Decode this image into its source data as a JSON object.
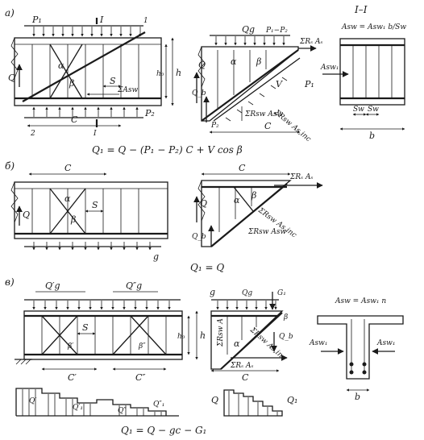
{
  "panels": {
    "a": {
      "tag": "а)",
      "beam": {
        "p1": "P₁",
        "p2": "P₂",
        "section": "I",
        "section_bottom": "I",
        "alpha": "α",
        "beta": "β",
        "s": "S",
        "asw": "ΣAsw",
        "h0": "h₀",
        "h": "h",
        "q": "Q",
        "c": "C",
        "num1": "1",
        "num2": "2"
      },
      "free": {
        "qg": "Qg",
        "p1p2": "P₁−P₂",
        "rsas": "ΣRₛ Aₛ",
        "q": "Q",
        "qb": "Q_b",
        "alpha": "α",
        "beta": "β",
        "v": "V",
        "p1": "P₁",
        "p2": "P₂",
        "rswasw": "ΣRsw Asw",
        "rsw_inc": "ΣRsw As,inc",
        "c": "C"
      },
      "section": {
        "title": "I–I",
        "eq": "Asw = Asw₁ b/Sw",
        "asw1": "Asw₁",
        "sw1": "Sw",
        "sw2": "Sw",
        "b": "b"
      },
      "formula": "Q₁ = Q − (P₁ − P₂) C + V cos β"
    },
    "b": {
      "tag": "б)",
      "beam": {
        "c": "C",
        "alpha": "α",
        "beta": "β",
        "s": "S",
        "q": "Q",
        "g": "g"
      },
      "free": {
        "c": "C",
        "rsas": "ΣRₛ Aₛ",
        "q": "Q",
        "qb": "Q_b",
        "alpha": "α",
        "beta": "β",
        "rswasw": "ΣRsw Asw",
        "rsw_inc": "ΣRsw As,inc"
      },
      "formula": "Q₁ = Q"
    },
    "v": {
      "tag": "в)",
      "beam": {
        "qg1": "Q′g",
        "qg2": "Q″g",
        "s": "S",
        "h0": "h₀",
        "h": "h",
        "beta1": "β′",
        "beta2": "β″",
        "c1": "C′",
        "c2": "C″"
      },
      "diagram": {
        "q1": "Q′",
        "q1b": "Q′₁",
        "q2": "Q″",
        "q2b": "Q″₁"
      },
      "free": {
        "g": "g",
        "qg": "Qg",
        "g1": "G₁",
        "beta": "β",
        "qb": "Q_b",
        "rswa": "ΣRsw A",
        "rsw_inc": "ΣRsw As,inc",
        "alpha": "α",
        "rsas": "ΣRₛ Aₛ",
        "c": "C",
        "q": "Q",
        "q1": "Q₁"
      },
      "tsection": {
        "eq": "Asw = Asw₁ n",
        "asw1_left": "Asw₁",
        "asw1_right": "Asw₁",
        "b": "b"
      },
      "formula": "Q₁ = Q − gc − G₁"
    }
  }
}
